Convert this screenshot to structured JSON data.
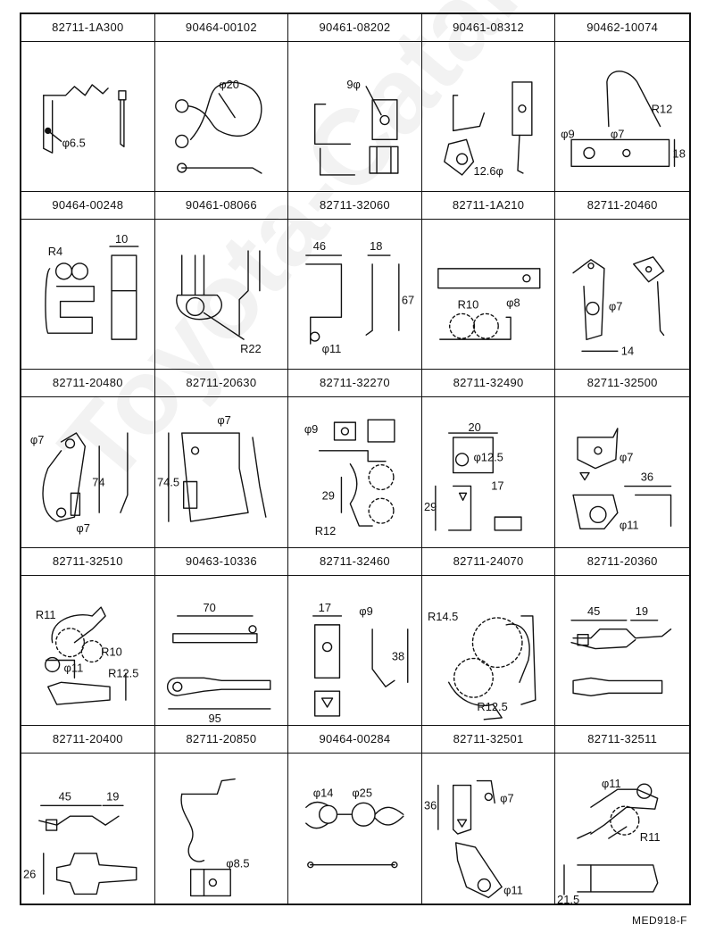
{
  "watermark": "Toyota-Catalog.ru",
  "reference_code": "MED918-F",
  "parts": [
    {
      "part_no": "82711-1A300",
      "dims": [
        "φ6.5"
      ]
    },
    {
      "part_no": "90464-00102",
      "dims": [
        "φ20"
      ]
    },
    {
      "part_no": "90461-08202",
      "dims": [
        "9φ"
      ]
    },
    {
      "part_no": "90461-08312",
      "dims": [
        "12.6φ"
      ]
    },
    {
      "part_no": "90462-10074",
      "dims": [
        "R12",
        "φ9",
        "φ7",
        "18"
      ]
    },
    {
      "part_no": "90464-00248",
      "dims": [
        "R4",
        "10"
      ]
    },
    {
      "part_no": "90461-08066",
      "dims": [
        "R22"
      ]
    },
    {
      "part_no": "82711-32060",
      "dims": [
        "46",
        "18",
        "67",
        "φ11"
      ]
    },
    {
      "part_no": "82711-1A210",
      "dims": [
        "R10",
        "φ8"
      ]
    },
    {
      "part_no": "82711-20460",
      "dims": [
        "φ7",
        "14"
      ]
    },
    {
      "part_no": "82711-20480",
      "dims": [
        "φ7",
        "74",
        "φ7"
      ]
    },
    {
      "part_no": "82711-20630",
      "dims": [
        "φ7",
        "74.5"
      ]
    },
    {
      "part_no": "82711-32270",
      "dims": [
        "φ9",
        "29",
        "R12"
      ]
    },
    {
      "part_no": "82711-32490",
      "dims": [
        "20",
        "φ12.5",
        "17",
        "29"
      ]
    },
    {
      "part_no": "82711-32500",
      "dims": [
        "φ7",
        "36",
        "φ11"
      ]
    },
    {
      "part_no": "82711-32510",
      "dims": [
        "R11",
        "R10",
        "φ11",
        "R12.5"
      ]
    },
    {
      "part_no": "90463-10336",
      "dims": [
        "70",
        "95"
      ]
    },
    {
      "part_no": "82711-32460",
      "dims": [
        "17",
        "φ9",
        "38"
      ]
    },
    {
      "part_no": "82711-24070",
      "dims": [
        "R14.5",
        "R12.5"
      ]
    },
    {
      "part_no": "82711-20360",
      "dims": [
        "45",
        "19"
      ]
    },
    {
      "part_no": "82711-20400",
      "dims": [
        "45",
        "19",
        "26"
      ]
    },
    {
      "part_no": "82711-20850",
      "dims": [
        "φ8.5"
      ]
    },
    {
      "part_no": "90464-00284",
      "dims": [
        "φ14",
        "φ25"
      ]
    },
    {
      "part_no": "82711-32501",
      "dims": [
        "36",
        "φ7",
        "φ11"
      ]
    },
    {
      "part_no": "82711-32511",
      "dims": [
        "φ11",
        "R11",
        "21.5"
      ]
    }
  ]
}
